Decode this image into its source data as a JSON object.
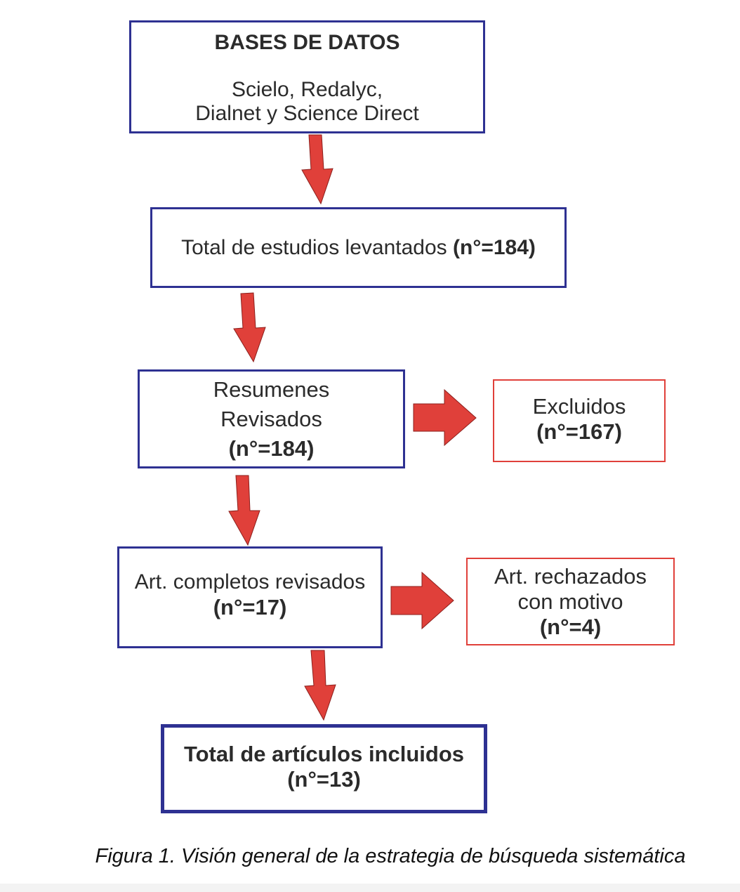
{
  "boxes": {
    "bases": {
      "title": "BASES DE DATOS",
      "line1": "Scielo, Redalyc,",
      "line2": "Dialnet y Science Direct"
    },
    "total_estudios": {
      "text": "Total de estudios levantados ",
      "count": "(n°=184)"
    },
    "resumenes": {
      "line1": "Resumenes",
      "line2": "Revisados",
      "count": "(n°=184)"
    },
    "excluidos": {
      "line1": "Excluidos",
      "count": "(n°=167)"
    },
    "art_completos": {
      "line1": "Art. completos revisados",
      "count": "(n°=17)"
    },
    "art_rechazados": {
      "line1": "Art. rechazados",
      "line2": "con motivo",
      "count": "(n°=4)"
    },
    "total_incluidos": {
      "line1": "Total de artículos incluidos",
      "count": "(n°=13)"
    }
  },
  "caption": "Figura 1. Visión general de la estrategia de búsqueda sistemática",
  "colors": {
    "box_border_blue": "#2e3192",
    "box_border_red": "#e0403a",
    "arrow_fill": "#e0403a",
    "arrow_stroke": "#8b1f1c"
  }
}
